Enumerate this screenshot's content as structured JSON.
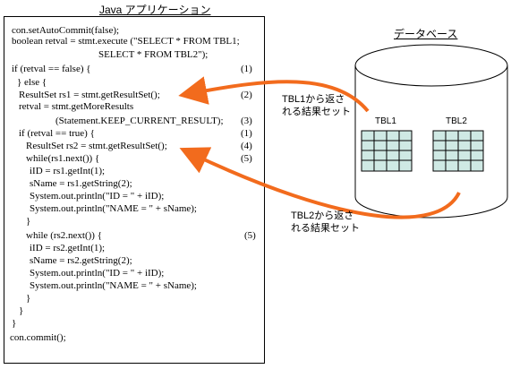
{
  "java_title": "Java アプリケーション",
  "db_title": "データベース",
  "code_lines": [
    "con.setAutoCommit(false);",
    "boolean retval = stmt.execute (\"SELECT * FROM TBL1;",
    "SELECT * FROM TBL2\");",
    "if (retval == false) {",
    "} else {",
    "ResultSet rs1 = stmt.getResultSet();",
    "retval = stmt.getMoreResults",
    "(Statement.KEEP_CURRENT_RESULT);",
    "if (retval == true) {",
    "ResultSet rs2 = stmt.getResultSet();",
    "while(rs1.next()) {",
    "iID = rs1.getInt(1);",
    "sName = rs1.getString(2);",
    "System.out.println(\"ID = \" + iID);",
    "System.out.println(\"NAME = \" + sName);",
    "}",
    "while (rs2.next()) {",
    "iID = rs2.getInt(1);",
    "sName = rs2.getString(2);",
    "System.out.println(\"ID = \" + iID);",
    "System.out.println(\"NAME = \" + sName);",
    "}",
    "}",
    "}",
    "con.commit();"
  ],
  "markers": {
    "m1a": "(1)",
    "m2": "(2)",
    "m3": "(3)",
    "m1b": "(1)",
    "m4": "(4)",
    "m5a": "(5)",
    "m5b": "(5)"
  },
  "tables": {
    "tbl1": "TBL1",
    "tbl2": "TBL2"
  },
  "arrow_labels": {
    "tbl1_result": "TBL1から返さ\nれる結果セット",
    "tbl2_result": "TBL2から返さ\nれる結果セット"
  },
  "colors": {
    "arrow": "#f26b1d",
    "table_fill": "#cfe9e4"
  }
}
